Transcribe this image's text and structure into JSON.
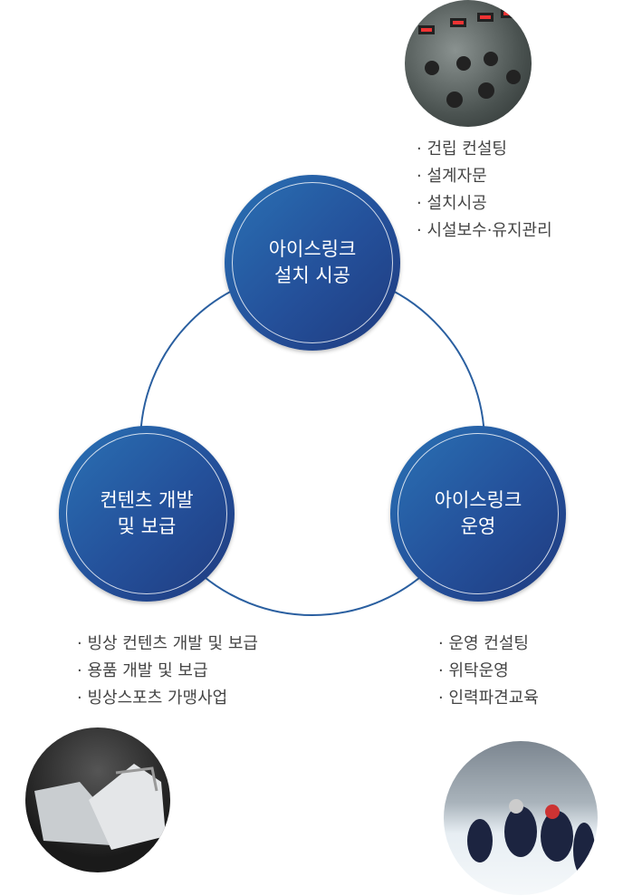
{
  "nodes": {
    "install": {
      "line1": "아이스링크",
      "line2": "설치 시공"
    },
    "content": {
      "line1": "컨텐츠 개발",
      "line2": "및 보급"
    },
    "operate": {
      "line1": "아이스링크",
      "line2": "운영"
    }
  },
  "lists": {
    "install": [
      "건립 컨설팅",
      "설계자문",
      "설치시공",
      "시설보수·유지관리"
    ],
    "content": [
      "빙상 컨텐츠 개발 및 보급",
      "용품 개발 및 보급",
      "빙상스포츠 가맹사업"
    ],
    "operate": [
      "운영 컨설팅",
      "위탁운영",
      "인력파견교육"
    ]
  },
  "colors": {
    "ring": "#2a5fa0",
    "node_start": "#2a72b5",
    "node_end": "#1f3a7e"
  }
}
